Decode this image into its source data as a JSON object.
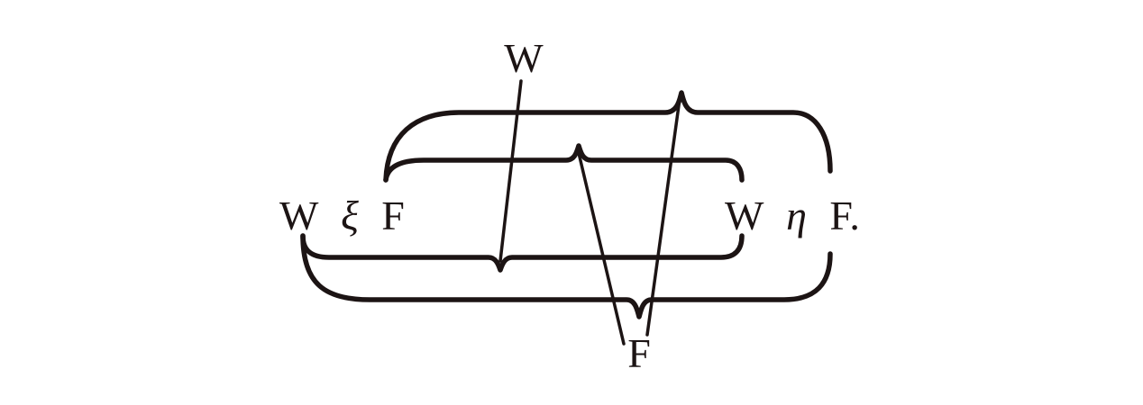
{
  "diagram": {
    "left_formula": {
      "w": "W",
      "rel": "ξ",
      "f": "F"
    },
    "right_formula": {
      "w": "W",
      "rel": "η",
      "f": "F."
    },
    "top_label": "W",
    "bottom_label": "F"
  },
  "colors": {
    "ink": "#1c1414",
    "background": "#ffffff"
  }
}
